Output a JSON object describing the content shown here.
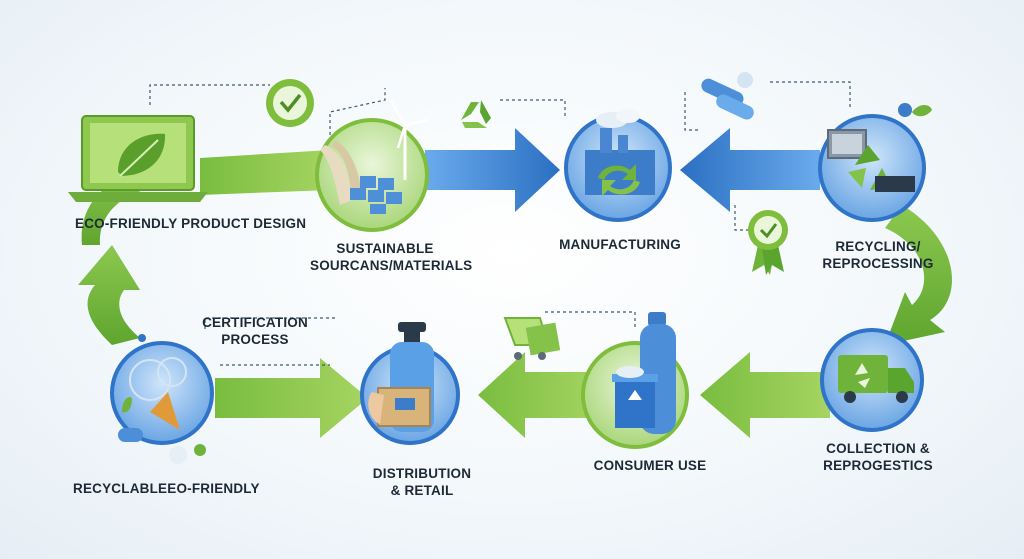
{
  "stages": {
    "eco_design": {
      "line1": "ECO-FRIENDLY PRODUCT DESIGN"
    },
    "sustainable": {
      "line1": "SUSTAINABLE",
      "line2": "SOURCANS/MATERIALS"
    },
    "manufacturing": {
      "line1": "MANUFACTURING"
    },
    "recycling": {
      "line1": "RECYCLING/",
      "line2": "REPROCESSING"
    },
    "collection": {
      "line1": "COLLECTION &",
      "line2": "REPROGESTICS"
    },
    "consumer": {
      "line1": "CONSUMER USE"
    },
    "distribution": {
      "line1": "DISTRIBUTION",
      "line2": "& RETAIL"
    },
    "recyclable": {
      "line1": "RECYCLABLEEO-FRIENDLY"
    },
    "certification": {
      "line1": "CERTIFICATION",
      "line2": "PROCESS"
    }
  },
  "icons": {
    "laptop": "laptop-leaf-icon",
    "materials": "materials-wind-turbine-icon",
    "factory": "factory-icon",
    "recycling_plant": "recycling-plant-icon",
    "truck": "recycling-truck-icon",
    "bin": "recycling-bin-bottle-icon",
    "package": "bottle-package-icon",
    "recyclable": "recyclable-materials-icon",
    "badge": "certification-badge-icon",
    "recycle_symbol": "recycle-symbol-icon"
  },
  "colors": {
    "green": "#6fb33a",
    "green_light": "#9fd05c",
    "blue": "#2f74c8",
    "blue_light": "#5aa0e6"
  }
}
